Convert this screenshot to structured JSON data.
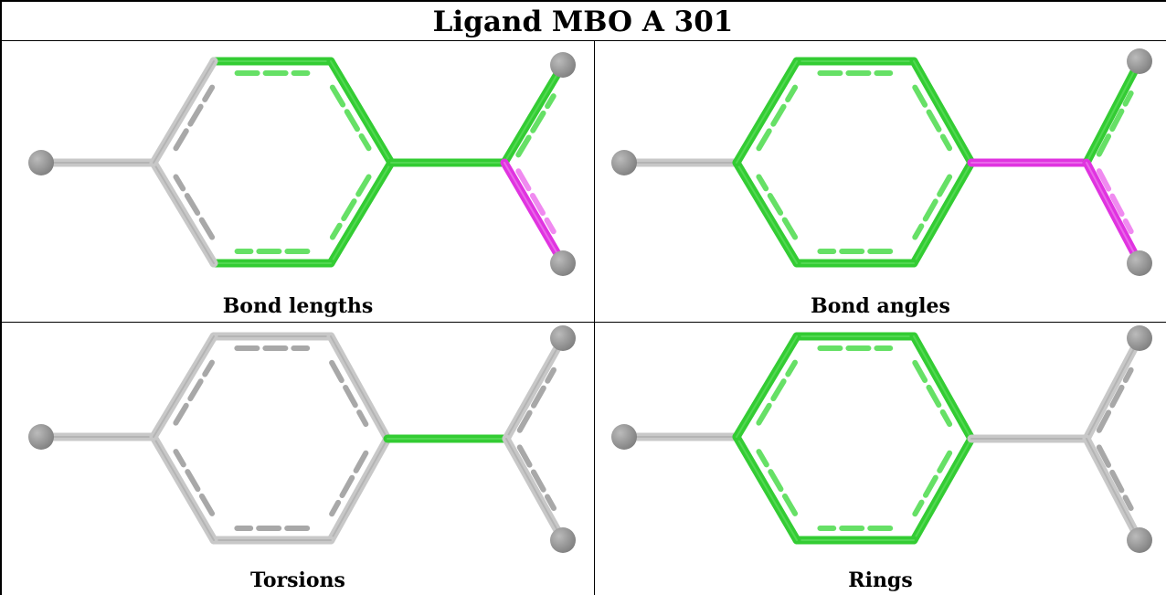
{
  "title": "Ligand MBO A 301",
  "colors": {
    "ok": "#33cc33",
    "ok_light": "#66e066",
    "outlier": "#e033e0",
    "outlier_light": "#f08af0",
    "neutral": "#c8c8c8",
    "neutral_dark": "#a8a8a8",
    "atom": "#808080",
    "atom_light": "#bbbbbb"
  },
  "panels": [
    {
      "caption": "Bond lengths",
      "bonds": {
        "top": "ok",
        "upper_right": "ok",
        "lower_right": "ok",
        "bottom": "ok",
        "lower_left": "neutral",
        "upper_left": "neutral",
        "ring_ext": "ok",
        "subst_up": "ok",
        "subst_down": "outlier",
        "left_ext": "neutral"
      }
    },
    {
      "caption": "Bond angles",
      "bonds": {
        "top": "ok",
        "upper_right": "ok",
        "lower_right": "ok",
        "bottom": "ok",
        "lower_left": "ok",
        "upper_left": "ok",
        "ring_ext": "outlier",
        "subst_up": "ok",
        "subst_down": "outlier",
        "left_ext": "neutral"
      }
    },
    {
      "caption": "Torsions",
      "bonds": {
        "top": "neutral",
        "upper_right": "neutral",
        "lower_right": "neutral",
        "bottom": "neutral",
        "lower_left": "neutral",
        "upper_left": "neutral",
        "ring_ext": "ok",
        "subst_up": "neutral",
        "subst_down": "neutral",
        "left_ext": "neutral"
      }
    },
    {
      "caption": "Rings",
      "bonds": {
        "top": "ok",
        "upper_right": "ok",
        "lower_right": "ok",
        "bottom": "ok",
        "lower_left": "ok",
        "upper_left": "ok",
        "ring_ext": "neutral",
        "subst_up": "neutral",
        "subst_down": "neutral",
        "left_ext": "neutral"
      }
    }
  ]
}
